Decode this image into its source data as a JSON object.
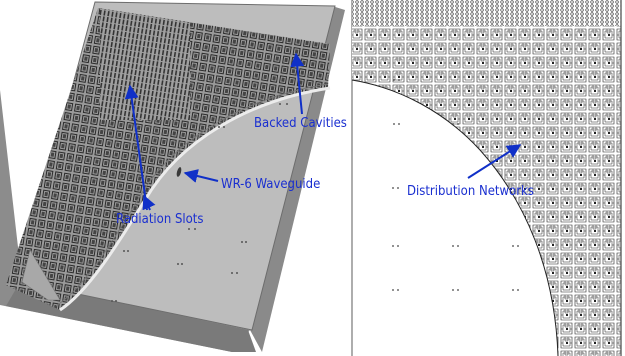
{
  "annotations": {
    "radiation_slots": "Radiation Slots",
    "backed_cavities": "Backed Cavities",
    "waveguide": "WR-6 Waveguide",
    "distribution_networks": "Distribution Networks"
  },
  "colors": {
    "label_text": "#1a2fd0",
    "arrow": "#1030c8",
    "metal_top": "#b7b7b7",
    "metal_side": "#8f8f8f",
    "slot_dark": "#2b2b2b",
    "network_line": "#222222"
  }
}
